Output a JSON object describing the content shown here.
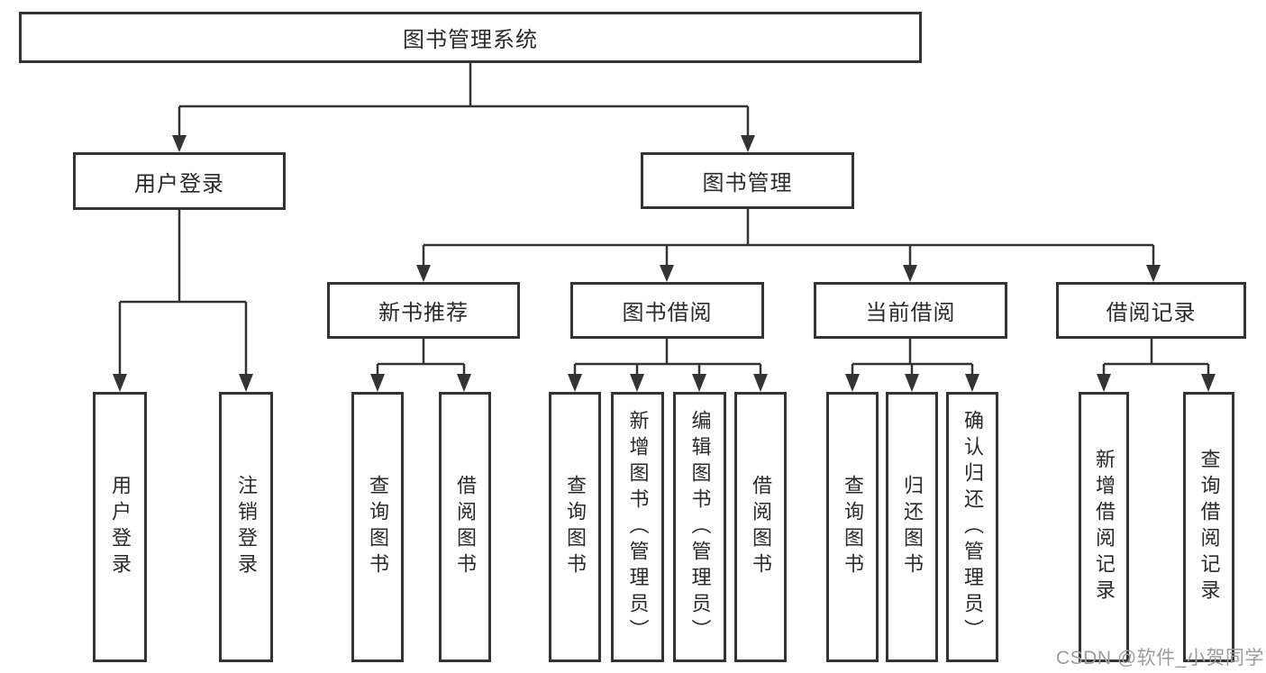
{
  "diagram": {
    "title": "图书管理系统",
    "root": {
      "id": "system",
      "label": "图书管理系统"
    },
    "level2": [
      {
        "id": "user-login",
        "label": "用户登录",
        "parent": "system"
      },
      {
        "id": "book-management",
        "label": "图书管理",
        "parent": "system"
      }
    ],
    "level3": [
      {
        "id": "new-book-recommendation",
        "label": "新书推荐",
        "parent": "book-management"
      },
      {
        "id": "book-borrowing",
        "label": "图书借阅",
        "parent": "book-management"
      },
      {
        "id": "current-borrowing",
        "label": "当前借阅",
        "parent": "book-management"
      },
      {
        "id": "borrowing-records",
        "label": "借阅记录",
        "parent": "book-management"
      }
    ],
    "level4": [
      {
        "id": "user-login-leaf",
        "label": "用户登录",
        "parent": "user-login"
      },
      {
        "id": "logout",
        "label": "注销登录",
        "parent": "user-login"
      },
      {
        "id": "query-books-recommend",
        "label": "查询图书",
        "parent": "new-book-recommendation"
      },
      {
        "id": "borrow-books-recommend",
        "label": "借阅图书",
        "parent": "new-book-recommendation"
      },
      {
        "id": "query-books-borrow",
        "label": "查询图书",
        "parent": "book-borrowing"
      },
      {
        "id": "add-books-admin",
        "label": "新增图书（管理员）",
        "parent": "book-borrowing"
      },
      {
        "id": "edit-books-admin",
        "label": "编辑图书（管理员）",
        "parent": "book-borrowing"
      },
      {
        "id": "borrow-books",
        "label": "借阅图书",
        "parent": "book-borrowing"
      },
      {
        "id": "query-books-current",
        "label": "查询图书",
        "parent": "current-borrowing"
      },
      {
        "id": "return-books",
        "label": "归还图书",
        "parent": "current-borrowing"
      },
      {
        "id": "confirm-return-admin",
        "label": "确认归还（管理员）",
        "parent": "current-borrowing"
      },
      {
        "id": "add-borrow-record",
        "label": "新增借阅记录",
        "parent": "borrowing-records"
      },
      {
        "id": "query-borrow-record",
        "label": "查询借阅记录",
        "parent": "borrowing-records"
      }
    ]
  },
  "watermark": {
    "text": "CSDN @软件_小贺同学",
    "color": "#9c9c9c"
  },
  "colors": {
    "line": "#333333",
    "border": "#333333",
    "text": "#2a2a2a",
    "background": "#ffffff"
  }
}
